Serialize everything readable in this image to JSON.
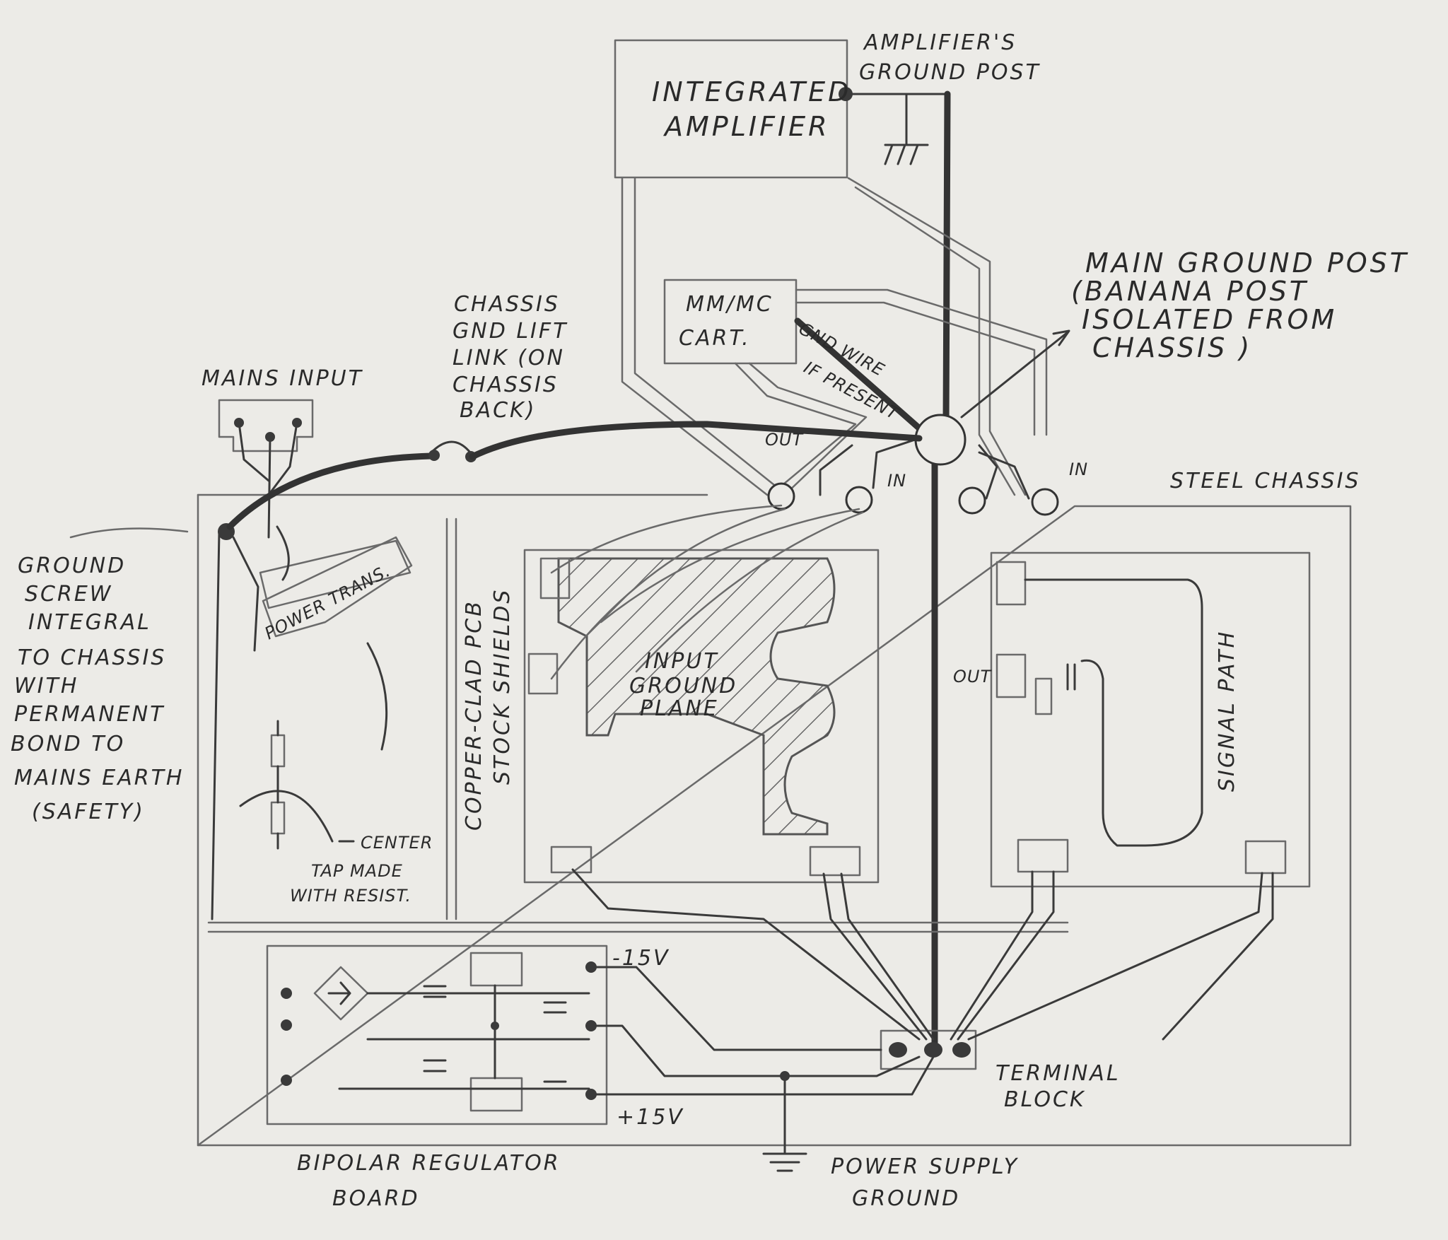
{
  "labels": {
    "amp_title_1": "INTEGRATED",
    "amp_title_2": "AMPLIFIER",
    "amp_ground_1": "AMPLIFIER'S",
    "amp_ground_2": "GROUND POST",
    "cart_1": "MM/MC",
    "cart_2": "CART.",
    "gnd_wire_1": "GND WIRE",
    "gnd_wire_2": "IF PRESENT",
    "main_ground_1": "MAIN GROUND POST",
    "main_ground_2": "(BANANA POST",
    "main_ground_3": "ISOLATED FROM",
    "main_ground_4": "CHASSIS )",
    "lift_1": "CHASSIS",
    "lift_2": "GND LIFT",
    "lift_3": "LINK (ON",
    "lift_4": "CHASSIS",
    "lift_5": "BACK)",
    "mains_input": "MAINS INPUT",
    "ground_screw_1": "GROUND",
    "ground_screw_2": "SCREW",
    "ground_screw_3": "INTEGRAL",
    "ground_screw_4": "TO CHASSIS",
    "ground_screw_5": "WITH",
    "ground_screw_6": "PERMANENT",
    "ground_screw_7": "BOND TO",
    "ground_screw_8": "MAINS EARTH",
    "ground_screw_9": "(SAFETY)",
    "power_trans": "POWER TRANS.",
    "center_tap_1": "CENTER",
    "center_tap_2": "TAP MADE",
    "center_tap_3": "WITH RESIST.",
    "shields_1": "COPPER-CLAD PCB",
    "shields_2": "STOCK SHIELDS",
    "out_left": "OUT",
    "in_left": "IN",
    "in_right": "IN",
    "out_right": "OUT",
    "steel_chassis": "STEEL CHASSIS",
    "input_plane_1": "INPUT",
    "input_plane_2": "GROUND",
    "input_plane_3": "PLANE",
    "signal_path": "SIGNAL PATH",
    "minus_15": "-15V",
    "plus_15": "+15V",
    "terminal_1": "TERMINAL",
    "terminal_2": "BLOCK",
    "regulator_1": "BIPOLAR REGULATOR",
    "regulator_2": "BOARD",
    "ps_ground_1": "POWER SUPPLY",
    "ps_ground_2": "GROUND"
  },
  "colors": {
    "paper": "#ecebe7",
    "ink": "#333333",
    "pencil": "#6a6a6a"
  }
}
